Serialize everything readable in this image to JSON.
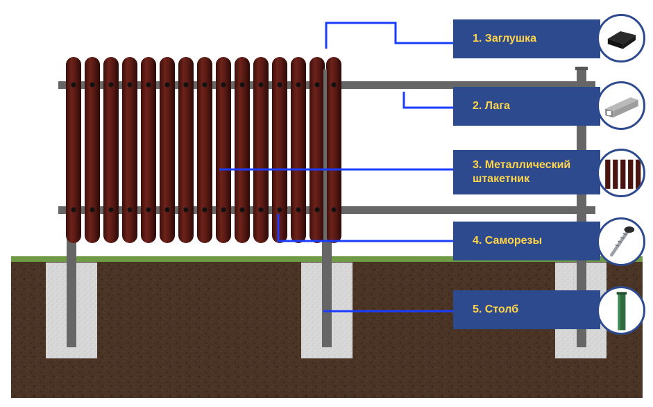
{
  "components": [
    {
      "number": "1",
      "label": "1. Заглушка",
      "icon": "post-cap-icon"
    },
    {
      "number": "2",
      "label": "2. Лага",
      "icon": "rectangular-tube-icon"
    },
    {
      "number": "3",
      "label": "3. Металлический штакетник",
      "icon": "picket-slats-icon"
    },
    {
      "number": "4",
      "label": "4. Саморезы",
      "icon": "self-tapping-screw-icon"
    },
    {
      "number": "5",
      "label": "5. Столб",
      "icon": "fence-post-icon"
    }
  ],
  "colors": {
    "label_background": "#2e4a8e",
    "label_text": "#ffd54a",
    "leader_line": "#1a3cff",
    "picket": "#5a1a14",
    "rail": "#666666",
    "soil": "#4a3426",
    "grass": "#6f9a45",
    "concrete": "#d6d6d6"
  }
}
